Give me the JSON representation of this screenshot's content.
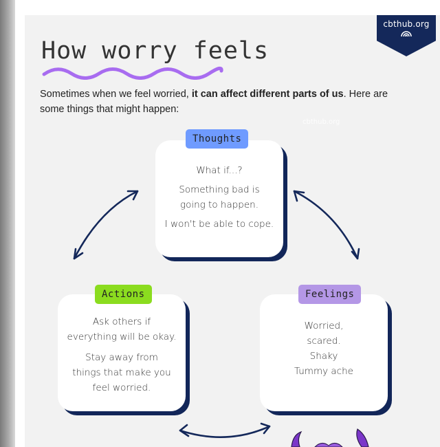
{
  "brand": {
    "text": "cbthub.org",
    "icon": "rainbow-icon"
  },
  "watermark": "cbthub.org",
  "title": "How worry feels",
  "intro": {
    "part1": "Sometimes when we feel worried, ",
    "bold": "it can affect different parts of us",
    "part2": ". Here are some things that might happen:"
  },
  "thoughts": {
    "label": "Thoughts",
    "lines": [
      "What if...?",
      "Something bad is",
      "going to happen.",
      "I won't be able to cope."
    ]
  },
  "actions": {
    "label": "Actions",
    "lines": [
      "Ask others if",
      "everything will be okay.",
      "Stay away from",
      "things that make you",
      "feel worried."
    ]
  },
  "feelings": {
    "label": "Feelings",
    "lines": [
      "Worried,",
      "scared.",
      "Shaky",
      "Tummy ache"
    ]
  },
  "colors": {
    "navy": "#14285a",
    "thoughts_label": "#6f9bff",
    "actions_label": "#8bdc1f",
    "feelings_label": "#b497e6",
    "squiggle": "#a86cf0",
    "monster": "#7b36c9"
  }
}
